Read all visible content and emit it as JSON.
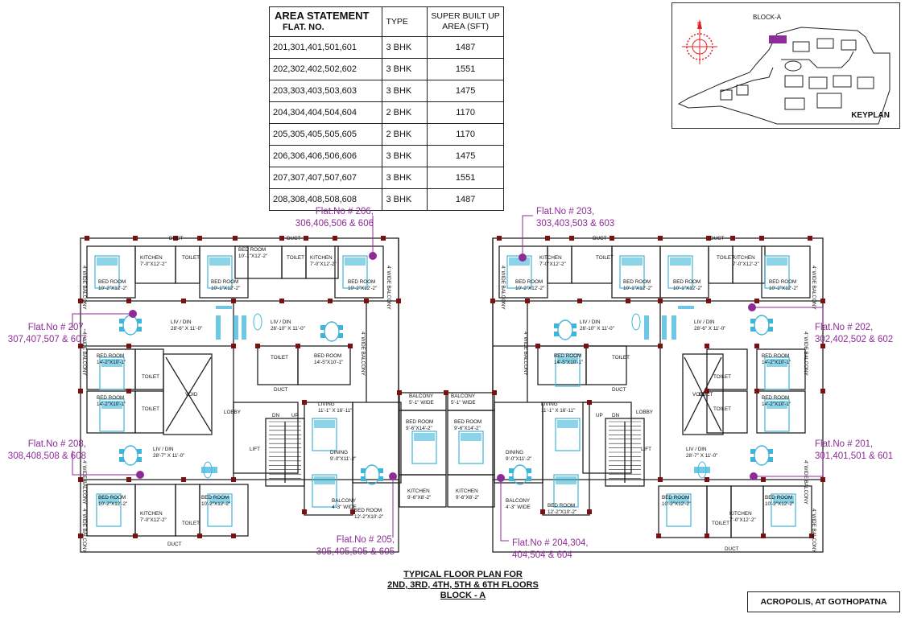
{
  "area_statement": {
    "title": "AREA STATEMENT",
    "col_flat": "FLAT. NO.",
    "col_type": "TYPE",
    "col_area": "SUPER BUILT UP AREA (SFT)",
    "rows": [
      {
        "flats": "201,301,401,501,601",
        "type": "3 BHK",
        "area": "1487"
      },
      {
        "flats": "202,302,402,502,602",
        "type": "3 BHK",
        "area": "1551"
      },
      {
        "flats": "203,303,403,503,603",
        "type": "3 BHK",
        "area": "1475"
      },
      {
        "flats": "204,304,404,504,604",
        "type": "2 BHK",
        "area": "1170"
      },
      {
        "flats": "205,305,405,505,605",
        "type": "2 BHK",
        "area": "1170"
      },
      {
        "flats": "206,306,406,506,606",
        "type": "3 BHK",
        "area": "1475"
      },
      {
        "flats": "207,307,407,507,607",
        "type": "3 BHK",
        "area": "1551"
      },
      {
        "flats": "208,308,408,508,608",
        "type": "3 BHK",
        "area": "1487"
      }
    ]
  },
  "keyplan": {
    "label": "KEYPLAN",
    "block_label": "BLOCK-A"
  },
  "flat_labels": {
    "f206": {
      "line1": "Flat.No # 206,",
      "line2": "306,406,506 & 606"
    },
    "f203": {
      "line1": "Flat.No # 203,",
      "line2": "303,403,503 & 603"
    },
    "f207": {
      "line1": "Flat.No # 207,",
      "line2": "307,407,507 & 607"
    },
    "f202": {
      "line1": "Flat.No # 202,",
      "line2": "302,402,502 & 602"
    },
    "f208": {
      "line1": "Flat.No # 208,",
      "line2": "308,408,508 & 608"
    },
    "f201": {
      "line1": "Flat.No #  201,",
      "line2": "301,401,501 & 601"
    },
    "f205": {
      "line1": "Flat.No # 205,",
      "line2": "305,405,505 & 605"
    },
    "f204": {
      "line1": "Flat.No # 204,304,",
      "line2": "404,504 & 604"
    }
  },
  "rooms": {
    "bed_room": "BED ROOM",
    "kitchen": "KITCHEN",
    "toilet": "TOILET",
    "liv_din": "LIV / DIN",
    "lobby": "LOBBY",
    "void": "VOID",
    "lift": "LIFT",
    "duct": "DUCT",
    "dn": "DN",
    "up": "UP",
    "living": "LIVING",
    "dining": "DINING",
    "balcony": "BALCONY",
    "wide_balcony": "4' WIDE BALCONY",
    "dim_bed_1": "10'-2\"X12'-2\"",
    "dim_bed_2": "10'-1\"X12'-2\"",
    "dim_bed_3": "14'-2\"X10'-1\"",
    "dim_bed_4": "14'-5\"X10'-1\"",
    "dim_liv_1": "28'-6\" X 11'-0\"",
    "dim_liv_2": "26'-10\" X 11'-0\"",
    "dim_liv_3": "28'-7\" X 11'-0\"",
    "dim_kit": "7'-0\"X12'-2\"",
    "dim_living": "11'-1\" X 16'-11\"",
    "dim_dining": "9'-0\"X11'-2\"",
    "dim_bal": "4'-3\" WIDE",
    "dim_bal_top": "5'-1\" WIDE",
    "dim_bed_c": "9'-6\"X14'-2\"",
    "dim_bed_d": "12'-2\"X10'-2\"",
    "dim_kit_c": "9'-6\"X8'-2\""
  },
  "plan_title": {
    "line1": "TYPICAL FLOOR PLAN FOR",
    "line2": "2ND, 3RD, 4TH, 5TH  & 6TH FLOORS",
    "line3": "BLOCK - A"
  },
  "project_name": "ACROPOLIS, AT GOTHOPATNA",
  "colors": {
    "annotation": "#8e2c97",
    "furniture": "#3fb6d9",
    "column": "#7a1010",
    "wall": "#222222"
  }
}
